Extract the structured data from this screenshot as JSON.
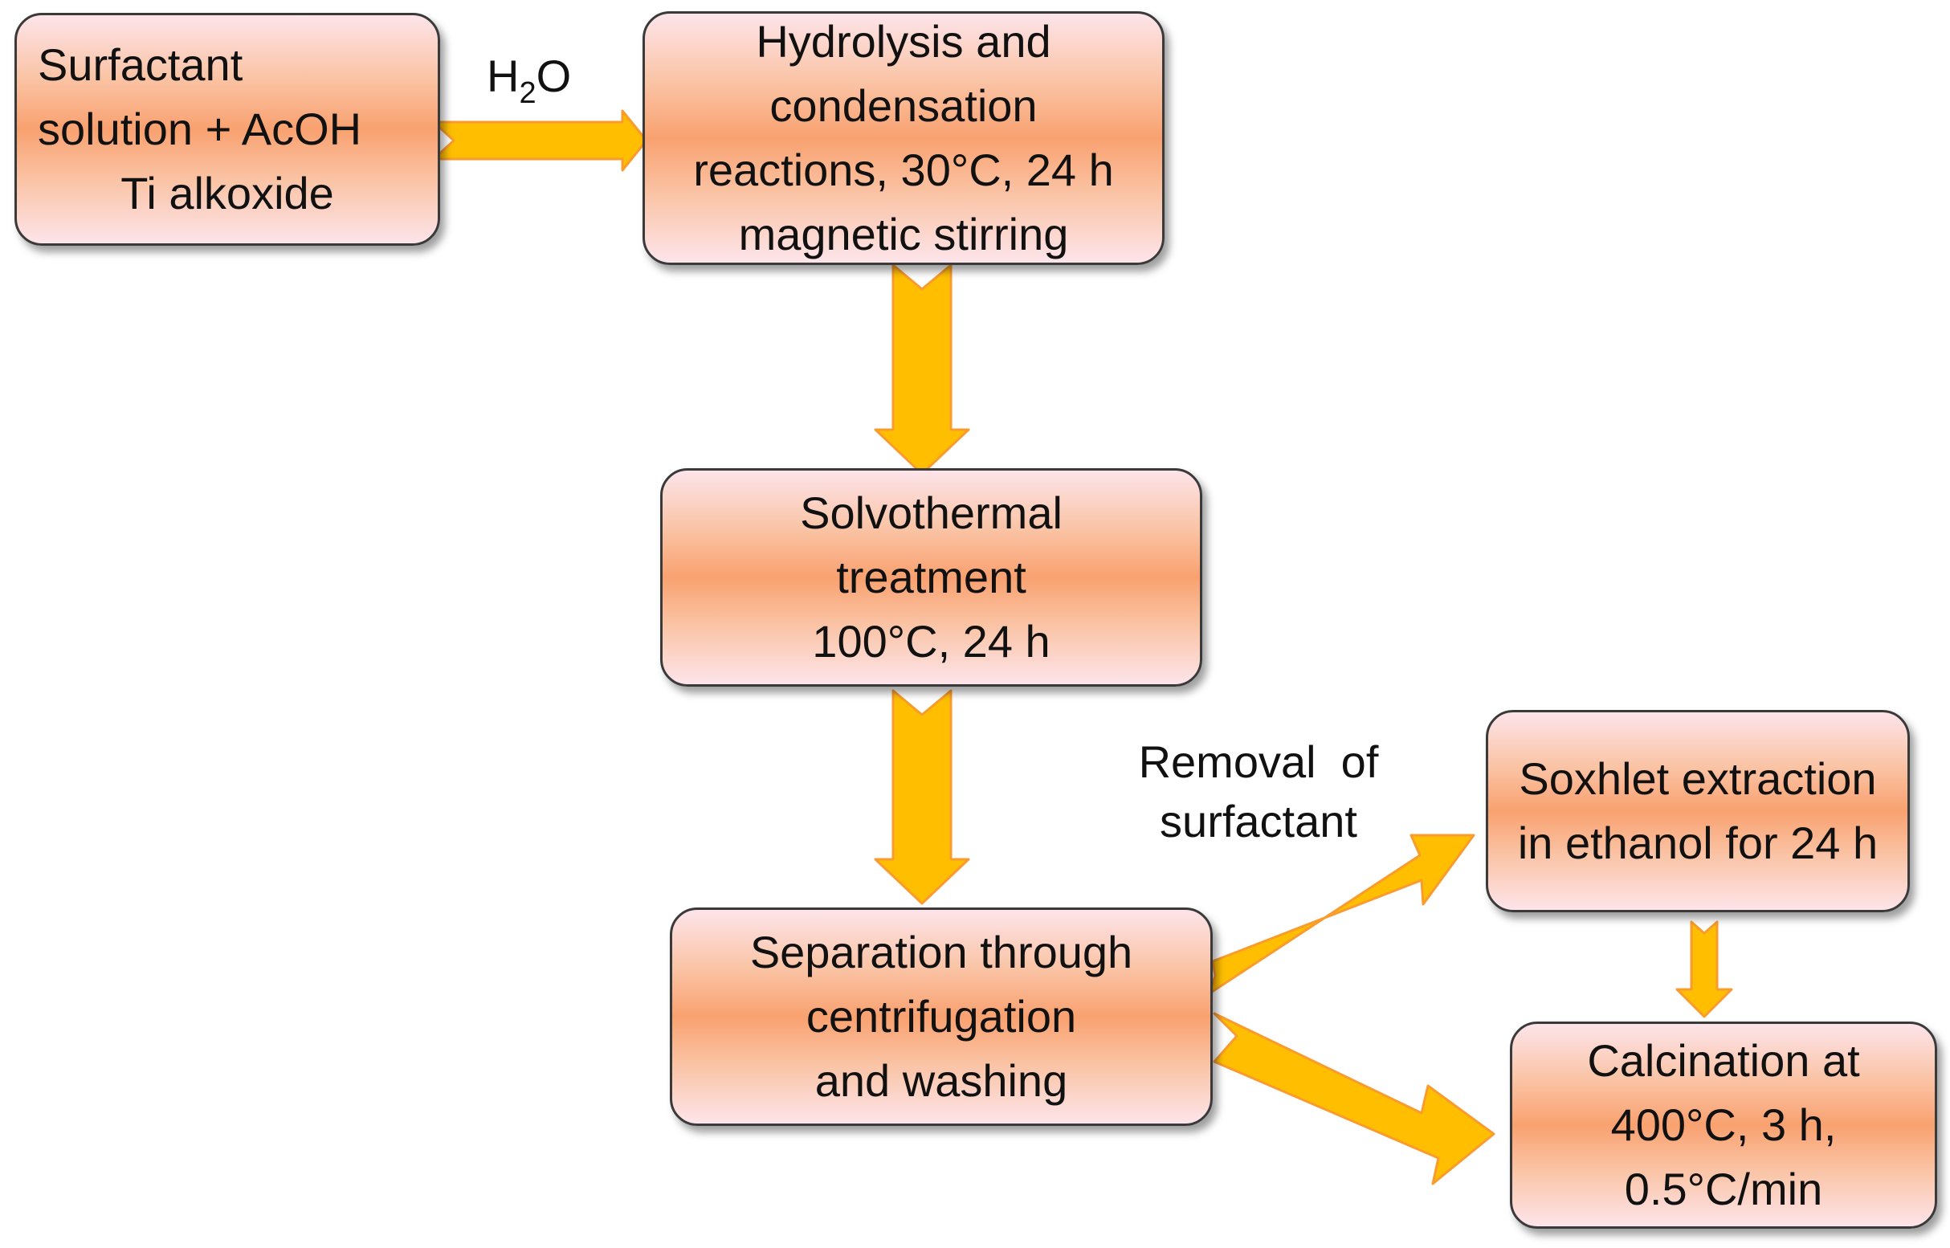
{
  "colors": {
    "arrow": "#ffbf00",
    "arrow_edge": "#fa9b2d",
    "box_border": "#3a3a3a",
    "box_gradient_center": "#f9a170",
    "box_gradient_edge": "#fde4ea"
  },
  "boxes": {
    "start": [
      "Surfactant",
      "solution + AcOH",
      "Ti alkoxide"
    ],
    "hydrolysis": [
      "Hydrolysis and",
      "condensation",
      "reactions, 30°C, 24 h",
      "magnetic stirring"
    ],
    "solvothermal": [
      "Solvothermal",
      "treatment",
      "100°C, 24 h"
    ],
    "separation": [
      "Separation through",
      "centrifugation",
      "and washing"
    ],
    "soxhlet": [
      "Soxhlet extraction",
      "in ethanol for 24 h"
    ],
    "calcination": [
      "Calcination at",
      "400°C, 3 h,",
      "0.5°C/min"
    ]
  },
  "labels": {
    "water_main": "H",
    "water_sub": "2",
    "water_tail": "O",
    "removal": [
      "Removal  of",
      "surfactant"
    ]
  }
}
